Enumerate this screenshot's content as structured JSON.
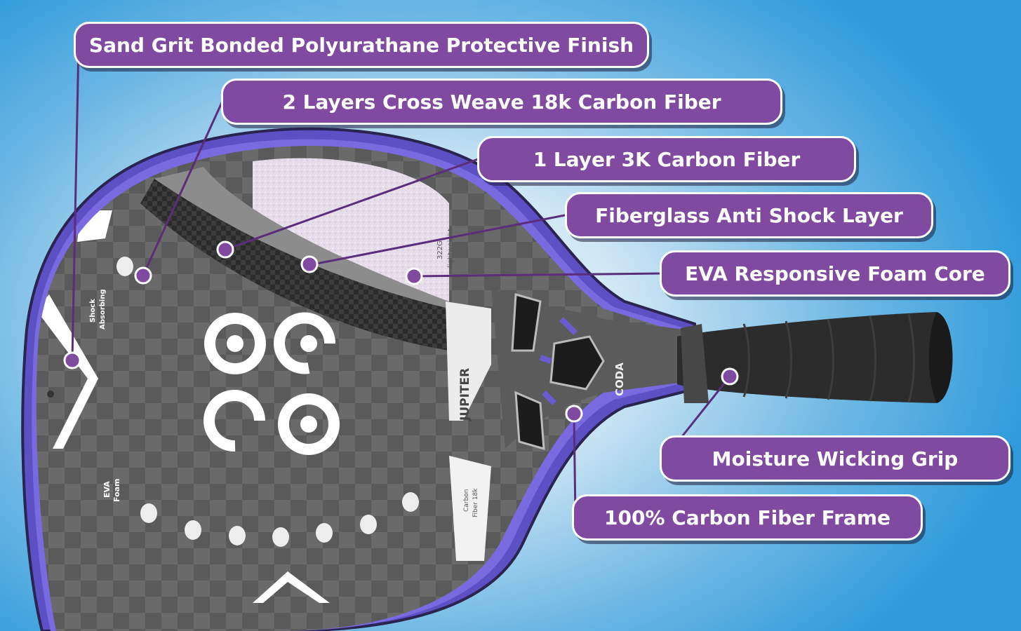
{
  "callouts": [
    "Sand Grit Bonded Polyurathane Protective Finish",
    "2 Layers Cross Weave 18k Carbon Fiber",
    "1 Layer 3K Carbon Fiber",
    "Fiberglass Anti Shock Layer",
    "EVA Responsive Foam Core",
    "Moisture Wicking Grip",
    "100% Carbon Fiber Frame"
  ],
  "paddle": {
    "brand": "CODA",
    "model": "JUPITER",
    "weight": "322G",
    "weight_label": "lightweight",
    "feature_shock": "Shock",
    "feature_absorbing": "Absorbing",
    "feature_eva": "EVA",
    "feature_foam": "Foam",
    "feature_carbon": "Carbon",
    "feature_fiber": "Fiber 18k"
  },
  "colors": {
    "callout_fill": "#7f4aa0",
    "frame_purple": "#6a5bd0",
    "background_blue": "#2f9bdb"
  }
}
